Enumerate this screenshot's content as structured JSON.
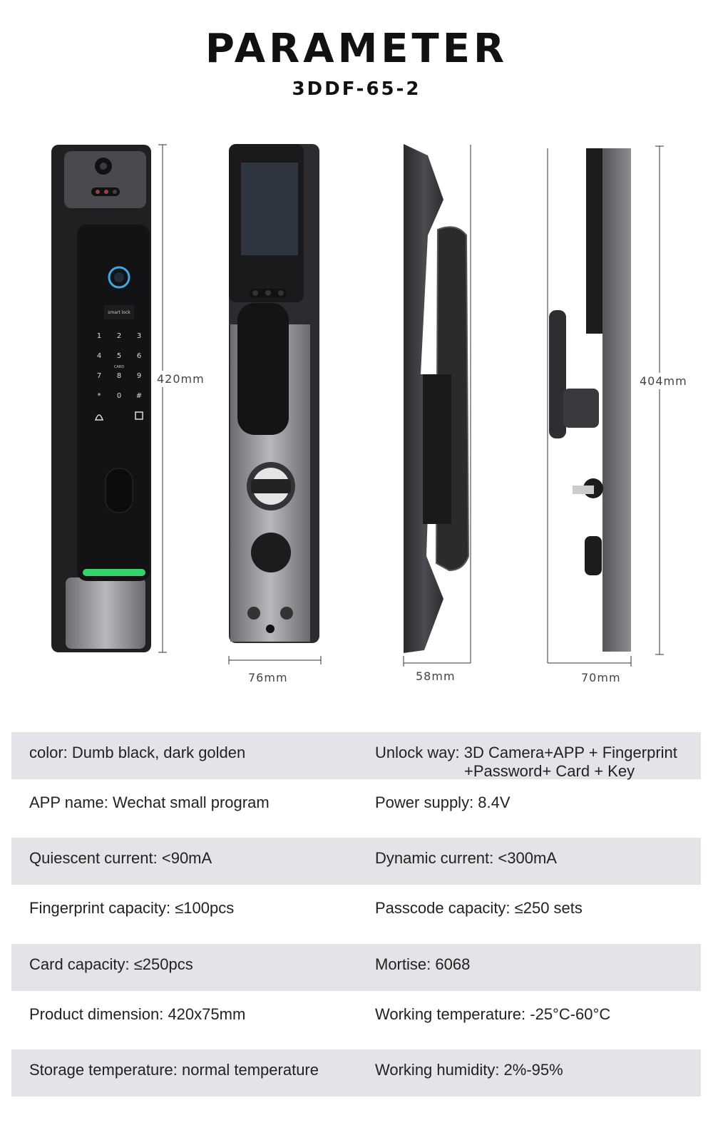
{
  "header": {
    "title": "PARAMETER",
    "model": "3DDF-65-2"
  },
  "dimensions": {
    "front_height": "420mm",
    "side_height": "404mm",
    "back_width": "76mm",
    "side_thickness": "58mm",
    "side_width": "70mm"
  },
  "keypad": {
    "screen_text": "smart lock",
    "keys": [
      "1",
      "2",
      "3",
      "4",
      "5",
      "6",
      "7",
      "8",
      "9",
      "*",
      "0",
      "#"
    ],
    "card_label": "CARD"
  },
  "colors": {
    "row_shade": "#e3e4e8",
    "lock_dark": "#1a1a1c",
    "lock_metal": "#8a8a8e",
    "accent_green": "#34d36b",
    "accent_blue": "#3da9e0"
  },
  "specs": [
    {
      "left": {
        "label": "color:",
        "value": " Dumb black, dark golden"
      },
      "right": {
        "label": "Unlock way:",
        "value": " 3D Camera+APP + Fingerprint",
        "value2": "+Password+ Card + Key"
      }
    },
    {
      "left": {
        "label": "APP name:",
        "value": " Wechat small program"
      },
      "right": {
        "label": "Power supply:",
        "value": " 8.4V"
      }
    },
    {
      "left": {
        "label": "Quiescent current:",
        "value": " <90mA"
      },
      "right": {
        "label": "Dynamic current:",
        "value": " <300mA"
      }
    },
    {
      "left": {
        "label": "Fingerprint capacity:",
        "value": " ≤100pcs"
      },
      "right": {
        "label": "Passcode capacity:",
        "value": " ≤250 sets"
      }
    },
    {
      "left": {
        "label": "Card capacity:",
        "value": " ≤250pcs"
      },
      "right": {
        "label": "Mortise:",
        "value": " 6068"
      }
    },
    {
      "left": {
        "label": "Product dimension:",
        "value": " 420x75mm"
      },
      "right": {
        "label": "Working temperature:",
        "value": " -25°C-60°C"
      }
    },
    {
      "left": {
        "label": "Storage temperature:",
        "value": " normal temperature"
      },
      "right": {
        "label": "Working humidity:",
        "value": " 2%-95%"
      }
    }
  ]
}
